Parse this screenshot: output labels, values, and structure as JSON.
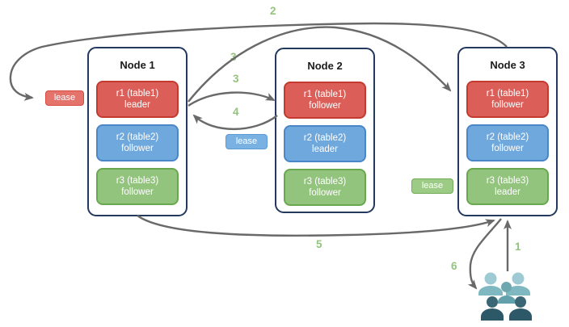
{
  "title": "range lease / replication flow diagram",
  "nodes": [
    {
      "title": "Node 1",
      "replicas": [
        {
          "name": "r1 (table1)",
          "role": "leader",
          "color": "red"
        },
        {
          "name": "r2 (table2)",
          "role": "follower",
          "color": "blue"
        },
        {
          "name": "r3 (table3)",
          "role": "follower",
          "color": "green"
        }
      ]
    },
    {
      "title": "Node 2",
      "replicas": [
        {
          "name": "r1 (table1)",
          "role": "follower",
          "color": "red"
        },
        {
          "name": "r2 (table2)",
          "role": "leader",
          "color": "blue"
        },
        {
          "name": "r3 (table3)",
          "role": "follower",
          "color": "green"
        }
      ]
    },
    {
      "title": "Node 3",
      "replicas": [
        {
          "name": "r1 (table1)",
          "role": "follower",
          "color": "red"
        },
        {
          "name": "r2 (table2)",
          "role": "follower",
          "color": "blue"
        },
        {
          "name": "r3 (table3)",
          "role": "leader",
          "color": "green"
        }
      ]
    }
  ],
  "leases": [
    {
      "label": "lease",
      "color": "red",
      "near": "Node 1"
    },
    {
      "label": "lease",
      "color": "blue",
      "near": "Node 2"
    },
    {
      "label": "lease",
      "color": "green",
      "near": "Node 3"
    }
  ],
  "steps": {
    "s1": "1",
    "s2": "2",
    "s3a": "3",
    "s3b": "3",
    "s4": "4",
    "s5": "5",
    "s6": "6"
  },
  "arrows": [
    {
      "step": "1",
      "from": "users",
      "to": "node3-bottom"
    },
    {
      "step": "2",
      "from": "node3-top",
      "to": "lease-red"
    },
    {
      "step": "3",
      "from": "node1-r1-leader",
      "to": "node3-r1-follower"
    },
    {
      "step": "3",
      "from": "node1-r1-leader",
      "to": "node2-r1-follower"
    },
    {
      "step": "4",
      "from": "node2-r1-follower",
      "to": "node1-r1-leader"
    },
    {
      "step": "5",
      "from": "node1-bottom",
      "to": "node3-bottom"
    },
    {
      "step": "6",
      "from": "node3-bottom",
      "to": "users"
    }
  ],
  "icons": {
    "users": "users-icon"
  },
  "colors": {
    "replica_red_fill": "#db5f58",
    "replica_red_border": "#c43a2e",
    "replica_blue_fill": "#6fa8dc",
    "replica_blue_border": "#4a86c8",
    "replica_green_fill": "#93c47d",
    "replica_green_border": "#69a84f",
    "lease_red_fill": "#e4736c",
    "lease_red_border": "#d54b41",
    "lease_blue_fill": "#7ab1e3",
    "lease_blue_border": "#5f9cd6",
    "lease_green_fill": "#9ccb86",
    "lease_green_border": "#73ab58",
    "node_border": "#24395e",
    "arrow": "#696969",
    "step_label": "#93c47d",
    "users_light": "#9ecbd3",
    "users_mid": "#7fb8c0",
    "users_mid_head": "#6fa7b1",
    "users_mid_body": "#62a0ab",
    "users_dark_head": "#3a6675",
    "users_dark_body": "#2c5868"
  }
}
